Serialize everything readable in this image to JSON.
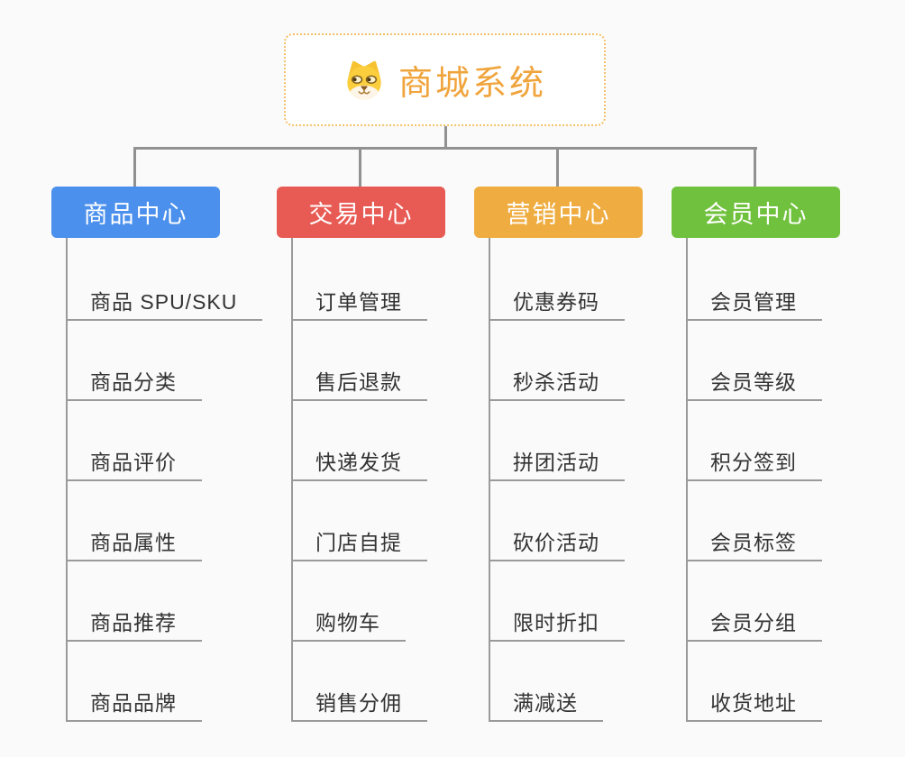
{
  "page": {
    "background_color": "#fafafa",
    "connector_color": "#919191",
    "leaf_line_color": "#9a9a9a",
    "leaf_text_color": "#333333"
  },
  "root": {
    "title": "商城系统",
    "icon": "dog-face-icon",
    "text_color": "#f0a43c",
    "border_color": "#f3c068",
    "background": "#ffffff"
  },
  "branches": [
    {
      "label": "商品中心",
      "color": "#4b90ec",
      "items": [
        "商品 SPU/SKU",
        "商品分类",
        "商品评价",
        "商品属性",
        "商品推荐",
        "商品品牌"
      ]
    },
    {
      "label": "交易中心",
      "color": "#e85a54",
      "items": [
        "订单管理",
        "售后退款",
        "快递发货",
        "门店自提",
        "购物车",
        "销售分佣"
      ]
    },
    {
      "label": "营销中心",
      "color": "#efad41",
      "items": [
        "优惠券码",
        "秒杀活动",
        "拼团活动",
        "砍价活动",
        "限时折扣",
        "满减送"
      ]
    },
    {
      "label": "会员中心",
      "color": "#70c13d",
      "items": [
        "会员管理",
        "会员等级",
        "积分签到",
        "会员标签",
        "会员分组",
        "收货地址"
      ]
    }
  ]
}
